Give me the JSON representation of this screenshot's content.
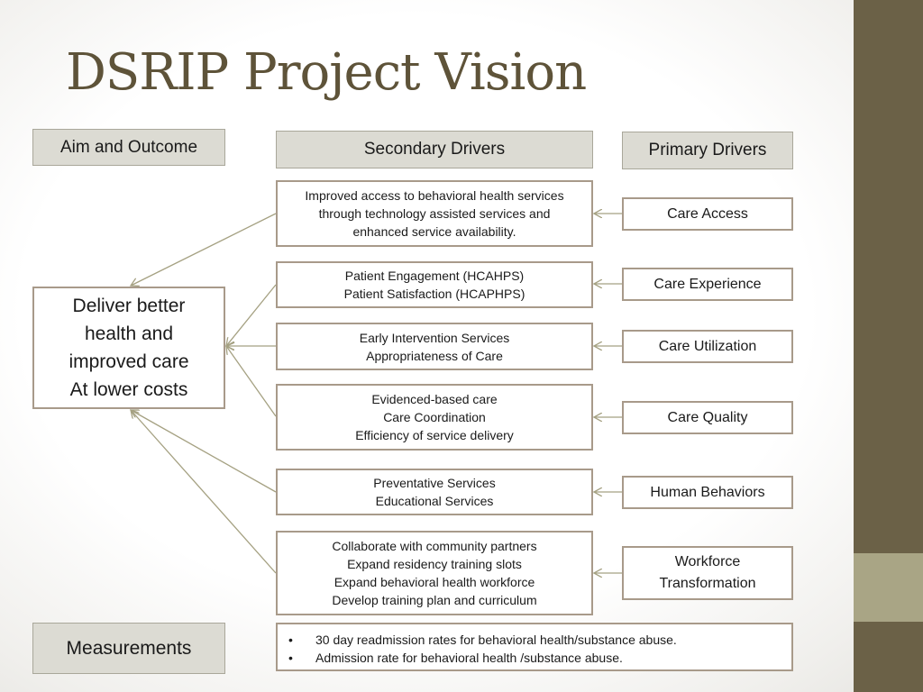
{
  "title": "DSRIP Project Vision",
  "headers": {
    "aim": "Aim and Outcome",
    "secondary": "Secondary Drivers",
    "primary": "Primary Drivers",
    "measurements": "Measurements"
  },
  "aim_text": "Deliver better\nhealth and\nimproved care\nAt lower costs",
  "rows": [
    {
      "secondary": "Improved access to behavioral health services\nthrough technology assisted services and\nenhanced service availability.",
      "primary": "Care Access"
    },
    {
      "secondary": "Patient Engagement (HCAHPS)\nPatient Satisfaction (HCAPHPS)",
      "primary": "Care Experience"
    },
    {
      "secondary": "Early Intervention Services\nAppropriateness of Care",
      "primary": "Care Utilization"
    },
    {
      "secondary": "Evidenced-based care\nCare Coordination\nEfficiency of service delivery",
      "primary": "Care Quality"
    },
    {
      "secondary": "Preventative Services\nEducational Services",
      "primary": "Human Behaviors"
    },
    {
      "secondary": "Collaborate with community partners\nExpand residency training slots\nExpand behavioral health workforce\nDevelop training plan and curriculum",
      "primary": "Workforce\nTransformation"
    }
  ],
  "measurements": [
    "30 day readmission rates for behavioral health/substance abuse.",
    "Admission rate for behavioral health /substance abuse."
  ],
  "colors": {
    "title": "#5e5339",
    "sidebar": "#6b6147",
    "sidebar_accent": "#a9a585",
    "header_fill": "#dcdbd3",
    "box_border": "#a89a8a",
    "arrow": "#a5a182"
  }
}
